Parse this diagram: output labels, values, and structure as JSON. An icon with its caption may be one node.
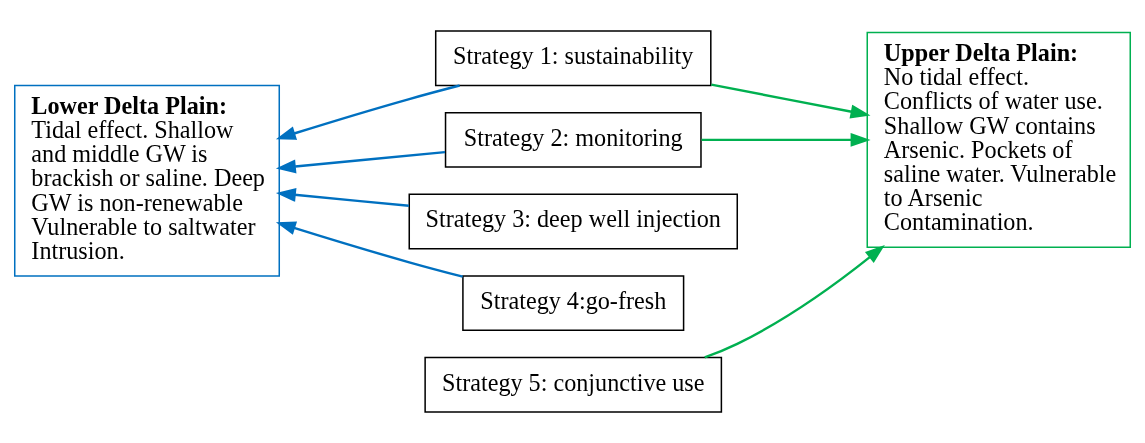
{
  "diagram": {
    "nodes": [
      {
        "text": [
          "Strategy 1: sustainability"
        ]
      },
      {
        "text": [
          "Lower Delta Plain:",
          "Tidal effect. Shallow and middle GW is brackish or saline. Deep GW is non-renewable Vulnerable to saltwater Intrusion."
        ]
      },
      {
        "text": [
          "Strategy 2: monitoring"
        ]
      },
      {
        "text": [
          "Upper Delta Plain:",
          "No tidal effect. Conflicts of water use. Shallow GW contains Arsenic. Pockets of saline water. Vulnerable to Arsenic Contamination."
        ]
      },
      {
        "text": [
          "Strategy 3: deep well injection"
        ]
      },
      {
        "text": [
          "Strategy 4:go-fresh"
        ]
      },
      {
        "text": [
          "Strategy 5: conjunctive use"
        ]
      }
    ],
    "edges": [
      {
        "from": 0,
        "to": 1,
        "arrow": "to"
      },
      {
        "from": 0,
        "to": 3,
        "arrow": "to",
        "color": "#00b050"
      },
      {
        "from": 2,
        "to": 1,
        "arrow": "to"
      },
      {
        "from": 2,
        "to": 3,
        "arrow": "to",
        "color": "#00b050"
      },
      {
        "from": 4,
        "to": 1,
        "arrow": "to"
      },
      {
        "from": 5,
        "to": 1,
        "arrow": "to"
      },
      {
        "from": 6,
        "to": 3,
        "arrow": "to",
        "color": "#00b050"
      }
    ]
  }
}
